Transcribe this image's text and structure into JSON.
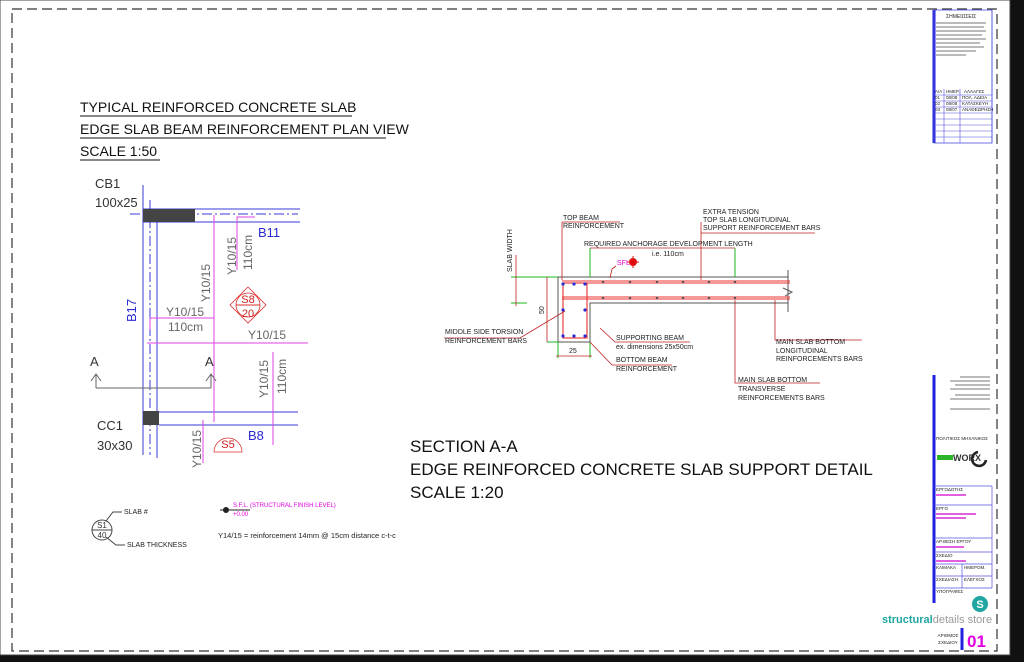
{
  "drawing": {
    "plan_title": [
      "TYPICAL REINFORCED CONCRETE SLAB",
      "EDGE SLAB BEAM REINFORCEMENT PLAN VIEW",
      "SCALE 1:50"
    ],
    "section_title": [
      "SECTION A-A",
      "EDGE REINFORCED CONCRETE SLAB SUPPORT DETAIL",
      "SCALE 1:20"
    ],
    "colors": {
      "beam": "#2a2ad0",
      "rebar": "#e01010",
      "slab_label": "#e000e0",
      "dimension": "#00b000",
      "text": "#222222"
    }
  },
  "plan": {
    "columns": [
      {
        "name": "CB1",
        "size": "100x25"
      },
      {
        "name": "CC1",
        "size": "30x30"
      }
    ],
    "beams": [
      "B11",
      "B17",
      "B8"
    ],
    "rebar_labels": {
      "r1": "Y10/15",
      "r1_len": "110cm",
      "r2": "Y10/15",
      "r3": "Y10/15",
      "r3_len": "110cm",
      "r4": "Y10/15",
      "r5": "Y10/15",
      "r5_len": "110cm",
      "r6": "Y10/15"
    },
    "slabs": [
      {
        "id": "S8",
        "thickness": "20"
      },
      {
        "id": "S5"
      }
    ],
    "section_mark": "A"
  },
  "section": {
    "top_beam": [
      "TOP BEAM",
      "REINFORCEMENT"
    ],
    "extra_tension": [
      "EXTRA TENSION",
      "TOP SLAB LONGITUDINAL",
      "SUPPORT REINFORCEMENT BARS"
    ],
    "anchorage": [
      "REQUIRED ANCHORAGE DEVELOPMENT LENGTH",
      "i.e. 110cm"
    ],
    "sfl": "SFL",
    "slab_width": "SLAB WIDTH",
    "dim_height": "50",
    "dim_width": "25",
    "torsion": [
      "MIDDLE SIDE TORSION",
      "REINFORCEMENT BARS"
    ],
    "supporting_beam": [
      "SUPPORTING BEAM",
      "ex. dimensions 25x50cm"
    ],
    "bottom_beam": [
      "BOTTOM BEAM",
      "REINFORCEMENT"
    ],
    "main_long": [
      "MAIN SLAB BOTTOM",
      "LONGITUDINAL",
      "REINFORCEMENTS BARS"
    ],
    "main_trans": [
      "MAIN SLAB BOTTOM",
      "TRANSVERSE",
      "REINFORCEMENTS BARS"
    ]
  },
  "legend": {
    "slab_no": "SLAB #",
    "slab_thickness": "SLAB THICKNESS",
    "sample_id": "S1",
    "sample_thk": "40",
    "sfl": "S.F.L. (STRUCTURAL FINISH LEVEL)",
    "sfl_value": "+0.00",
    "rebar_note": "Y14/15 = reinforcement 14mm @ 15cm distance c-t-c"
  },
  "title_block": {
    "notes_header": "ΣΗΜΕΙΩΣΕΙΣ",
    "rev_headers": [
      "Α/Α",
      "ΗΜΕΡ.",
      "ΑΛΛΑΓΕΣ"
    ],
    "revisions": [
      [
        "01",
        "08/08",
        "ΠΟΛ. ΑΔΕΙΑ"
      ],
      [
        "02",
        "08/08",
        "ΚΑΤΑΣΚΕΥΗ"
      ],
      [
        "03",
        "08/07",
        "ΑΝΑΘΕΩΡΗΣΗ"
      ]
    ],
    "engineer_header": "ΠΟΛΙΤΙΚΟΣ ΜΗΧΑΝΙΚΟΣ",
    "brand_logo": "WORX",
    "fields": [
      "ΕΡΓΟΔΟΤΗΣ",
      "ΕΡΓΟ",
      "ΑΡ.ΘΕΣΗ ΕΡΓΟΥ",
      "ΣΧΕΔΙΟ",
      "ΚΛΙΜΑΚΑ",
      "ΗΜΕΡΟΜ.",
      "ΣΧΕΔΙΑΣΗ",
      "ΕΛΕΓΧΟΣ",
      "ΥΠΟΓΡΑΦΕΣ"
    ],
    "store_brand_a": "structural",
    "store_brand_b": "details store",
    "sheet_label": [
      "ΑΡΙΘΜΟΣ",
      "ΣΧΕΔΙΟΥ"
    ],
    "sheet_number": "01"
  }
}
